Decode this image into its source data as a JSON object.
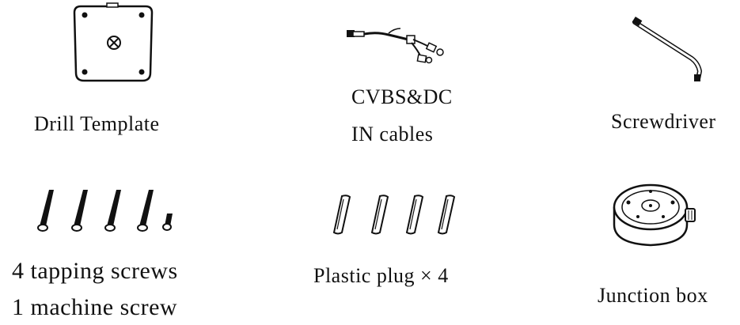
{
  "items": [
    {
      "id": "drill-template",
      "icon": "drill-template-icon",
      "lines": [
        "Drill Template"
      ]
    },
    {
      "id": "cvbs-dc-cables",
      "icon": "cable-icon",
      "lines": [
        "CVBS&DC",
        "IN cables"
      ]
    },
    {
      "id": "screwdriver",
      "icon": "hex-key-icon",
      "lines": [
        "Screwdriver"
      ]
    },
    {
      "id": "screws",
      "icon": "screws-icon",
      "lines": [
        "4 tapping screws",
        "1 machine screw"
      ]
    },
    {
      "id": "plastic-plugs",
      "icon": "plastic-plug-icon",
      "lines": [
        "Plastic plug × 4"
      ]
    },
    {
      "id": "junction-box",
      "icon": "junction-box-icon",
      "lines": [
        "Junction box"
      ]
    }
  ]
}
